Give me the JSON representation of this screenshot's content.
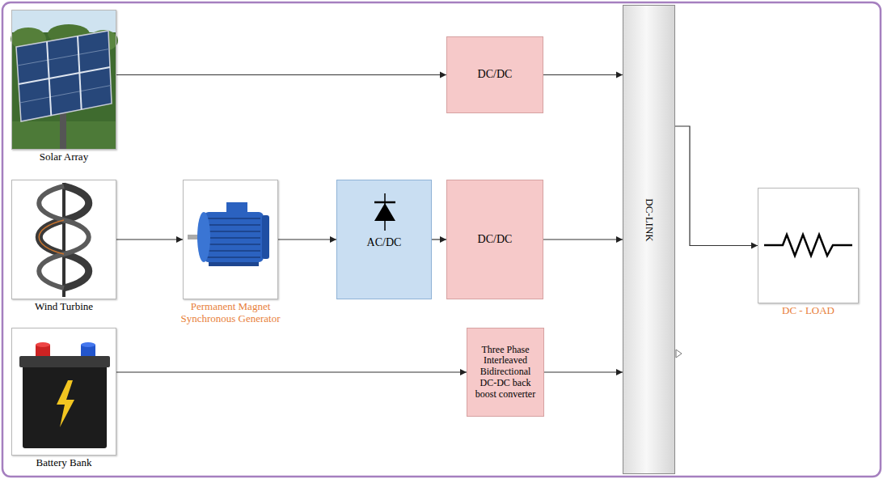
{
  "diagram": {
    "nodes": [
      {
        "text": [
          "Solar Array"
        ]
      },
      {
        "text": [
          "DC/DC"
        ]
      },
      {
        "text": [
          "DC-LINK"
        ]
      },
      {
        "text": [
          "Wind Turbine"
        ]
      },
      {
        "text": [
          "Permanent Magnet Synchronous Generator"
        ]
      },
      {
        "text": [
          "AC/DC"
        ]
      },
      {
        "text": [
          "DC/DC"
        ]
      },
      {
        "text": [
          "DC - LOAD"
        ]
      },
      {
        "text": [
          "Battery Bank"
        ]
      },
      {
        "text": [
          "Three Phase Interleaved Bidirectional DC-DC back boost converter"
        ]
      }
    ],
    "edges": [
      {
        "from": 0,
        "to": 1,
        "arrow": "to"
      },
      {
        "from": 1,
        "to": 2,
        "arrow": "to"
      },
      {
        "from": 3,
        "to": 4,
        "arrow": "to"
      },
      {
        "from": 4,
        "to": 5,
        "arrow": "to"
      },
      {
        "from": 5,
        "to": 6,
        "arrow": "to"
      },
      {
        "from": 6,
        "to": 2,
        "arrow": "to"
      },
      {
        "from": 8,
        "to": 9,
        "arrow": "to"
      },
      {
        "from": 9,
        "to": 2,
        "arrow": "to"
      },
      {
        "from": 2,
        "to": 7,
        "arrow": "to"
      }
    ]
  }
}
